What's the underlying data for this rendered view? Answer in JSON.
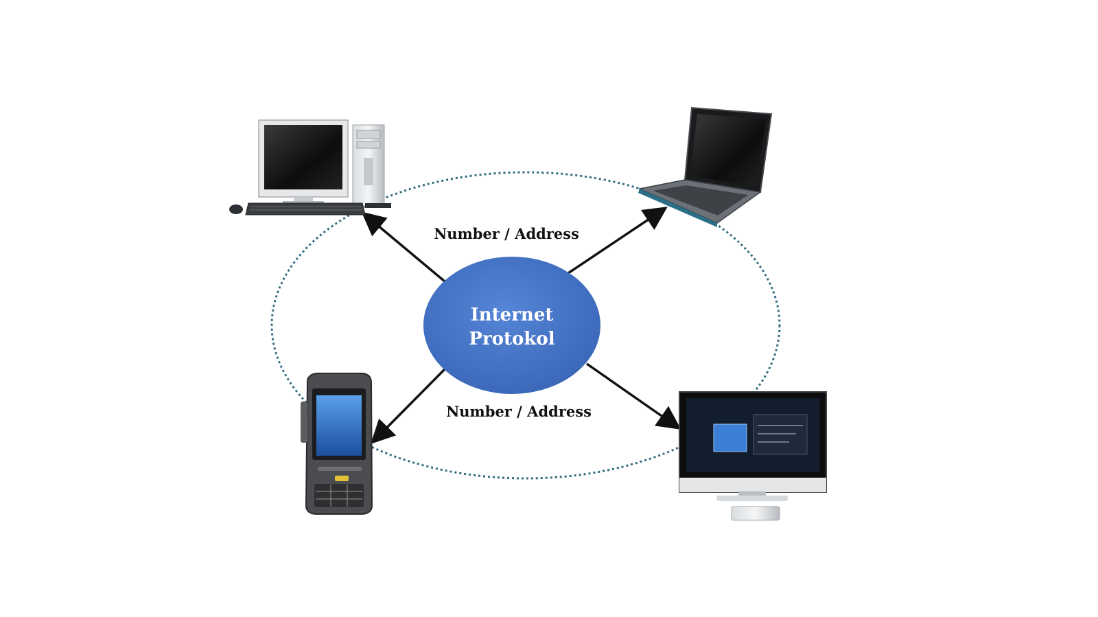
{
  "center_node": {
    "line1": "Internet",
    "line2": "Protokol",
    "fill_color": "#4472C4"
  },
  "edge_labels": {
    "top": "Number / Address",
    "bottom": "Number / Address"
  },
  "network_ring_color": "#2E6B80",
  "arrow_color": "#111111",
  "devices": [
    {
      "name": "desktop-computer-icon"
    },
    {
      "name": "laptop-icon"
    },
    {
      "name": "handheld-mobile-device-icon"
    },
    {
      "name": "tv-media-player-icon"
    }
  ]
}
